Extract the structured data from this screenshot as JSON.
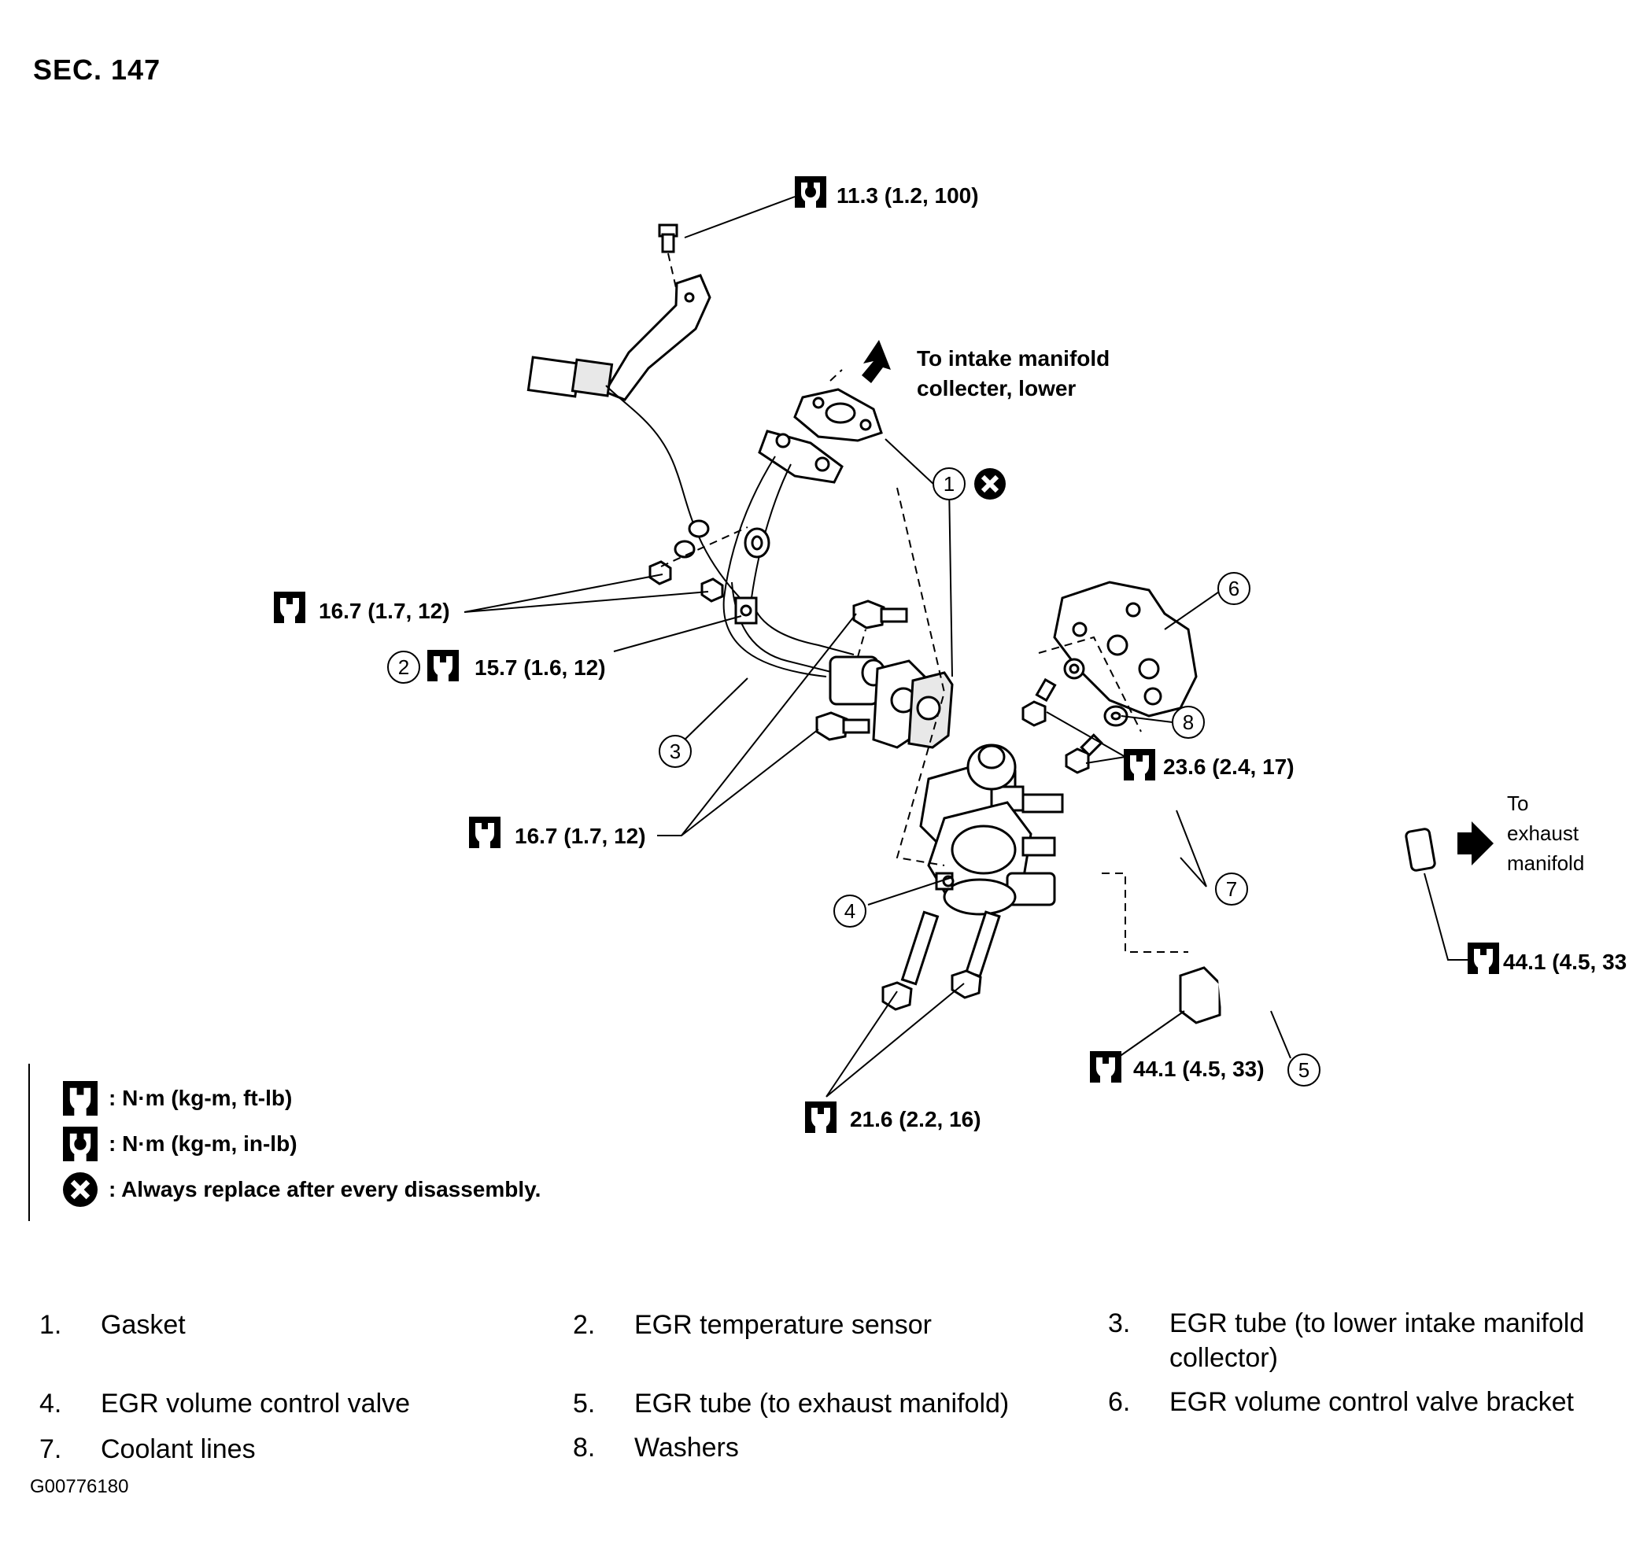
{
  "section_title": "SEC. 147",
  "callouts": {
    "torque_top": "11.3 (1.2, 100)",
    "torque_left_nuts": "16.7 (1.7, 12)",
    "torque_sensor": "15.7 (1.6, 12)",
    "torque_flange_bolts": "16.7 (1.7, 12)",
    "torque_bracket": "23.6 (2.4, 17)",
    "torque_bottom_bolts": "21.6 (2.2, 16)",
    "torque_tube_nut": "44.1 (4.5, 33)",
    "torque_exhaust_end": "44.1 (4.5, 33",
    "intake_line1": "To intake manifold",
    "intake_line2": "collecter, lower",
    "exhaust_line1": "To",
    "exhaust_line2": "exhaust",
    "exhaust_line3": "manifold"
  },
  "item_numbers": [
    "1",
    "2",
    "3",
    "4",
    "5",
    "6",
    "7",
    "8"
  ],
  "legend": [
    {
      "icon": "torque-wrench-icon",
      "text": ": N·m (kg-m, ft-lb)"
    },
    {
      "icon": "torque-wrench-inlb-icon",
      "text": ": N·m (kg-m, in-lb)"
    },
    {
      "icon": "replace-x-icon",
      "text": ": Always replace after every disassembly."
    }
  ],
  "parts_list": [
    {
      "num": "1.",
      "label": "Gasket"
    },
    {
      "num": "2.",
      "label": "EGR temperature sensor"
    },
    {
      "num": "3.",
      "label": "EGR tube (to lower intake manifold collector)"
    },
    {
      "num": "4.",
      "label": "EGR volume control valve"
    },
    {
      "num": "5.",
      "label": "EGR tube (to exhaust manifold)"
    },
    {
      "num": "6.",
      "label": "EGR volume control valve bracket"
    },
    {
      "num": "7.",
      "label": "Coolant lines"
    },
    {
      "num": "8.",
      "label": "Washers"
    }
  ],
  "figure_code": "G00776180"
}
